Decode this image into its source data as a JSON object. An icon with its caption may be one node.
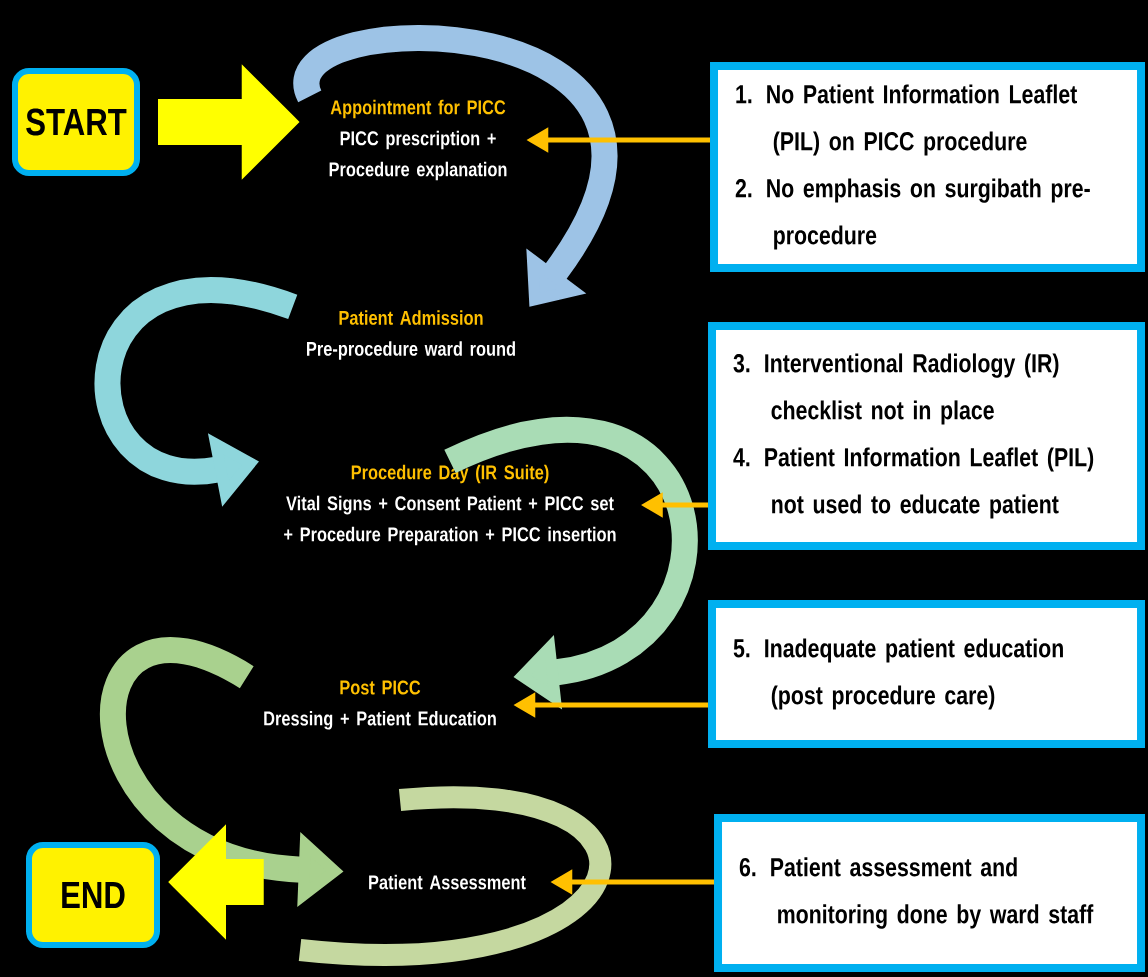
{
  "diagram": {
    "nodes": [
      {
        "text": [
          "START"
        ]
      },
      {
        "text": [
          "Appointment for PICC",
          "PICC prescription + Procedure explanation"
        ]
      },
      {
        "text": [
          "Patient Admission",
          "Pre-procedure ward round"
        ]
      },
      {
        "text": [
          "Procedure Day (IR Suite)",
          "Vital Signs + Consent Patient + PICC set + Procedure Preparation + PICC insertion"
        ]
      },
      {
        "text": [
          "Post PICC",
          "Dressing + Patient Education"
        ]
      },
      {
        "text": [
          "Patient Assessment"
        ]
      },
      {
        "text": [
          "END"
        ]
      },
      {
        "text": [
          "1. No Patient Information Leaflet (PIL) on PICC procedure",
          "2. No emphasis on surgibath pre-procedure"
        ]
      },
      {
        "text": [
          "3. Interventional Radiology (IR) checklist not in place",
          "4. Patient Information Leaflet (PIL) not used to educate patient"
        ]
      },
      {
        "text": [
          "5. Inadequate patient education (post procedure care)"
        ]
      },
      {
        "text": [
          "6. Patient assessment and monitoring done by ward staff"
        ]
      }
    ],
    "edges": [
      {
        "from": 0,
        "to": 1,
        "arrow": "to",
        "color": "#ffff00"
      },
      {
        "from": 1,
        "to": 2,
        "arrow": "to",
        "color": "#9dc3e6"
      },
      {
        "from": 2,
        "to": 3,
        "arrow": "to",
        "color": "#8ed6dc"
      },
      {
        "from": 3,
        "to": 4,
        "arrow": "to",
        "color": "#a9dcb5"
      },
      {
        "from": 4,
        "to": 5,
        "arrow": "to",
        "color": "#a9d18e"
      },
      {
        "from": 5,
        "to": 6,
        "arrow": "to",
        "color": "#ffff00"
      },
      {
        "from": 7,
        "to": 1,
        "arrow": "to",
        "color": "#ffc000"
      },
      {
        "from": 8,
        "to": 3,
        "arrow": "to",
        "color": "#ffc000"
      },
      {
        "from": 9,
        "to": 4,
        "arrow": "to",
        "color": "#ffc000"
      },
      {
        "from": 10,
        "to": 5,
        "arrow": "to",
        "color": "#ffc000"
      }
    ]
  }
}
